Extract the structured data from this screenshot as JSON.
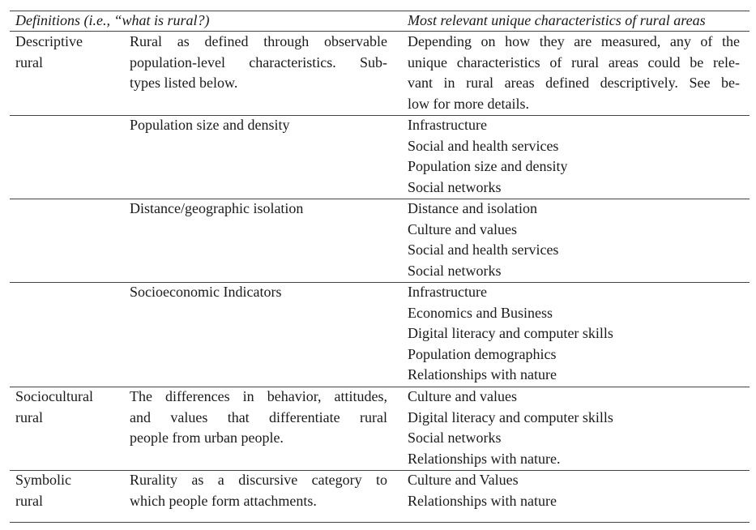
{
  "header": {
    "col1": "Definitions (i.e., “what is rural?)",
    "col3": "Most relevant unique characteristics of rural areas"
  },
  "rows": [
    {
      "type_lines": [
        "Descriptive",
        "rural"
      ],
      "definition_lines": [
        "Rural as defined through observable",
        "population-level characteristics. Sub-",
        "types listed below."
      ],
      "characteristics": [
        "Depending on how they are measured, any of the",
        "unique characteristics of rural areas could be rele-",
        "vant in rural areas defined descriptively. See be-",
        "low for more details."
      ]
    },
    {
      "definition_lines": [
        "Population size and density"
      ],
      "characteristics": [
        "Infrastructure",
        "Social and health services",
        "Population size and density",
        "Social networks"
      ]
    },
    {
      "definition_lines": [
        "Distance/geographic isolation"
      ],
      "characteristics": [
        "Distance and isolation",
        "Culture and values",
        "Social and health services",
        "Social networks"
      ]
    },
    {
      "definition_lines": [
        "Socioeconomic Indicators"
      ],
      "characteristics": [
        "Infrastructure",
        "Economics and Business",
        "Digital literacy and computer skills",
        "Population demographics",
        "Relationships with nature"
      ]
    },
    {
      "type_lines": [
        "Sociocultural",
        "rural"
      ],
      "definition_lines": [
        "The differences in behavior, attitudes,",
        "and values that differentiate rural",
        "people from urban people."
      ],
      "characteristics": [
        "Culture and values",
        "Digital literacy and computer skills",
        "Social networks",
        "Relationships with nature."
      ]
    },
    {
      "type_lines": [
        "Symbolic",
        "rural"
      ],
      "definition_lines": [
        "Rurality as a discursive category to",
        "which people form attachments."
      ],
      "characteristics": [
        "Culture and Values",
        "Relationships with nature"
      ]
    }
  ]
}
